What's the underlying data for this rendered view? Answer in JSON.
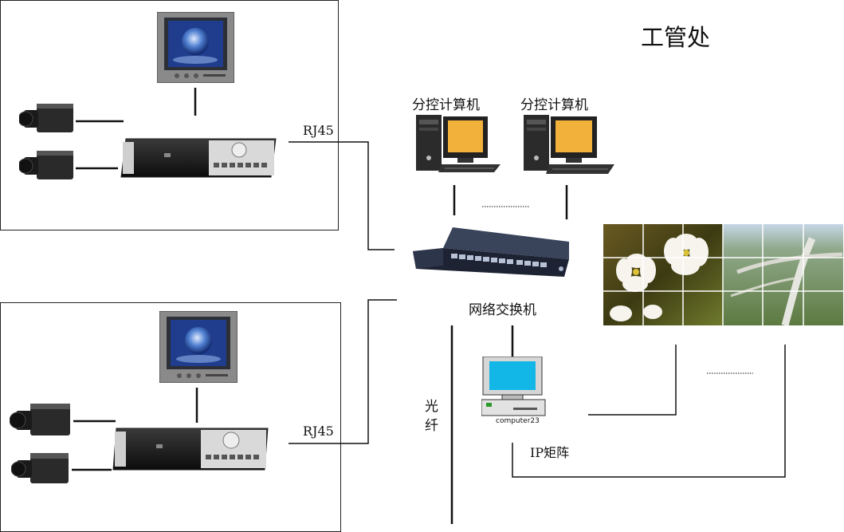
{
  "department_label": "工管处",
  "sub_computer_labels": [
    "分控计算机",
    "分控计算机"
  ],
  "network_switch_label": "网络交换机",
  "fiber_label": "光纤",
  "ip_matrix_label": "IP矩阵",
  "rj45_labels": [
    "RJ45",
    "RJ45"
  ],
  "computer_caption": "computer23",
  "ellipsis": "..............."
}
